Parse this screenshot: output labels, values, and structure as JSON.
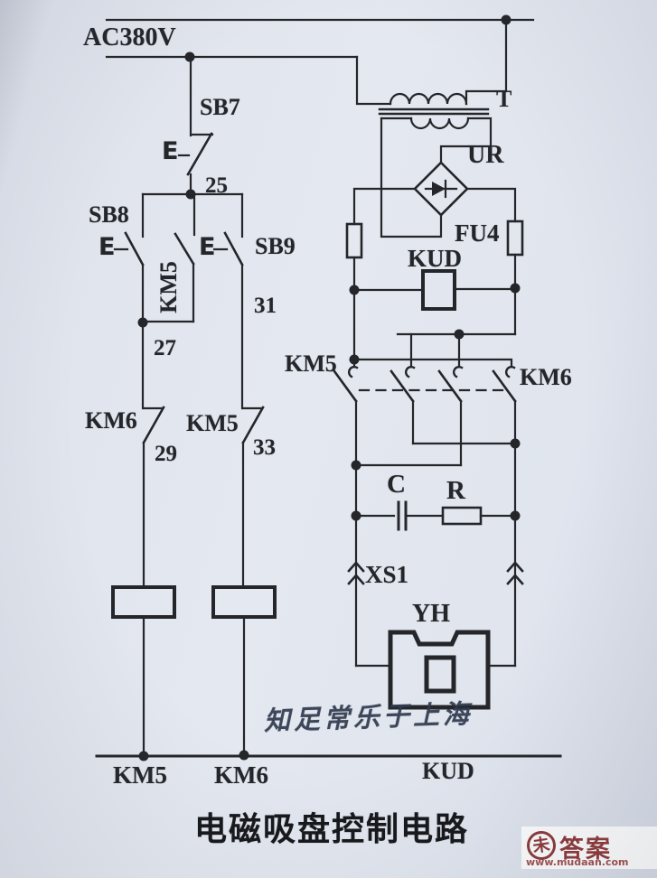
{
  "colors": {
    "line": "#24262a",
    "paper": "#e2e6ee",
    "maroon": "#8d3a3a"
  },
  "power": {
    "label": "AC380V"
  },
  "buttons": {
    "sb7": "SB7",
    "sb8": "SB8",
    "sb9": "SB9",
    "actuator": "E"
  },
  "nodes": {
    "n25": "25",
    "n27": "27",
    "n29": "29",
    "n31": "31",
    "n33": "33"
  },
  "contacts": {
    "km5_aux": "KM5",
    "km6_interlock": "KM6",
    "km5_interlock": "KM5",
    "km5_main": "KM5",
    "km6_main": "KM6"
  },
  "transformer": {
    "label": "T"
  },
  "rectifier": {
    "label": "UR"
  },
  "fuse": {
    "label": "FU4"
  },
  "relay": {
    "label": "KUD"
  },
  "rc": {
    "c": "C",
    "r": "R"
  },
  "connector": {
    "label": "XS1"
  },
  "chuck": {
    "label": "YH"
  },
  "bottom_rail": {
    "km5": "KM5",
    "km6": "KM6",
    "kud": "KUD"
  },
  "annotations": {
    "script": "知足常乐于上海",
    "title": "电磁吸盘控制电路"
  },
  "watermark": {
    "glyph": "未",
    "name": "答案",
    "url": "www.mudaan.com"
  }
}
